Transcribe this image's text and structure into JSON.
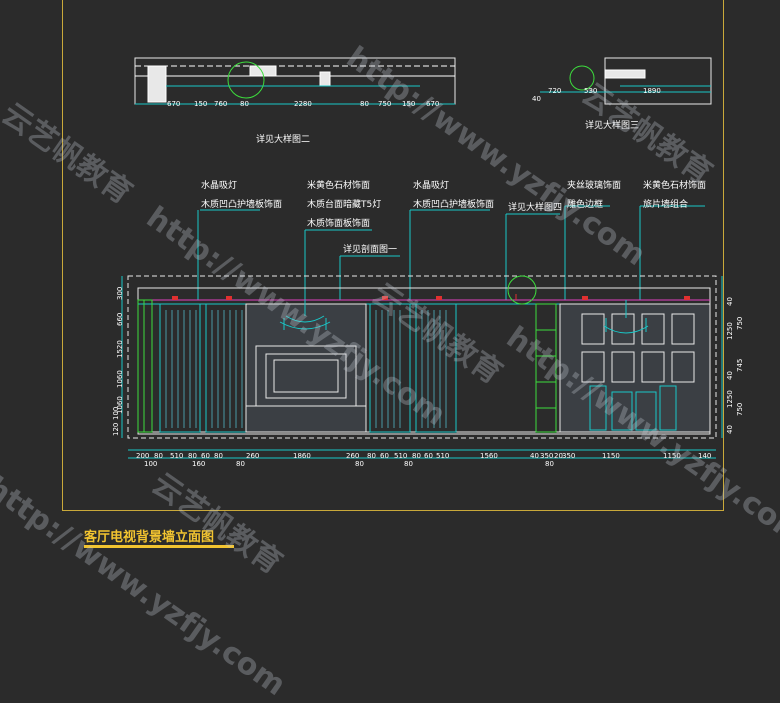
{
  "drawing": {
    "title": "客厅电视背景墙立面图",
    "plan_labels": {
      "detail_2": "详见大样图二",
      "detail_3": "详见大样图三"
    },
    "plan_dims_left": [
      "670",
      "150",
      "760",
      "80",
      "2280",
      "80",
      "750",
      "150",
      "670"
    ],
    "plan_dims_right": [
      "720",
      "40",
      "530",
      "1890"
    ],
    "callouts": [
      [
        "水晶吸灯",
        "木质凹凸护墙板饰面"
      ],
      [
        "米黄色石材饰面",
        "木质台面暗藏T5灯",
        "木质饰面板饰面"
      ],
      [
        "详见剖面图一"
      ],
      [
        "水晶吸灯",
        "木质凹凸护墙板饰面"
      ],
      [
        "详见大样图四"
      ],
      [
        "夹丝玻璃饰面",
        "雕色边框"
      ],
      [
        "米黄色石材饰面",
        "旅片墙组合"
      ]
    ],
    "bottom_dims_row1": [
      "200",
      "80",
      "510",
      "80",
      "60",
      "80",
      "260",
      "1860",
      "260",
      "80",
      "60",
      "510",
      "80",
      "60",
      "510",
      "1560",
      "40",
      "350",
      "20",
      "350",
      "1150",
      "1150",
      "140"
    ],
    "bottom_dims_row2": [
      "100",
      "160",
      "80",
      "80",
      "80",
      "80"
    ],
    "left_dims": [
      "120",
      "100",
      "1060",
      "1060",
      "1520",
      "660",
      "300"
    ],
    "right_dims": [
      "40",
      "750",
      "1250",
      "745",
      "40",
      "1250",
      "750",
      "40"
    ]
  },
  "watermarks": [
    "http://www.yzfjy.com",
    "云艺帆教育"
  ],
  "colors": {
    "background": "#2b2b2b",
    "frame": "#c9a93a",
    "cyan": "#19c7c7",
    "green": "#3ddc3d",
    "magenta": "#e040c0",
    "red": "#e03030",
    "title": "#f2c430"
  }
}
